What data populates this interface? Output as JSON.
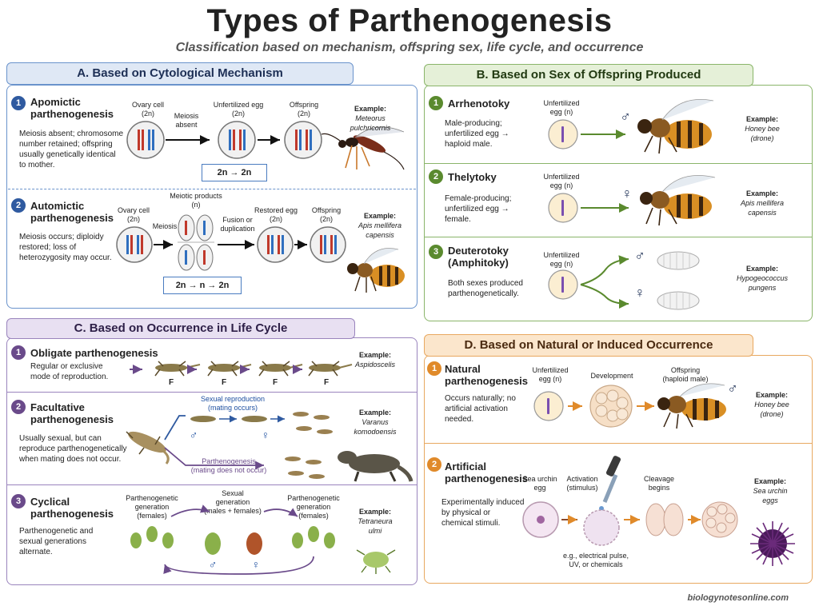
{
  "title": "Types of Parthenogenesis",
  "subtitle": "Classification based on mechanism, offspring sex, life cycle, and occurrence",
  "footer": "biologynotesonline.com",
  "colors": {
    "blue": "#2f5aa0",
    "green": "#5a8a2e",
    "purple": "#6a4a8a",
    "orange": "#e08a2a"
  },
  "panelA": {
    "title": "A. Based on Cytological Mechanism",
    "items": [
      {
        "num": "1",
        "heading": "Apomictic\nparthenogenesis",
        "desc": "Meiosis absent; chromosome\nnumber retained; offspring\nusually genetically identical\nto mother.",
        "labels": {
          "ovary": "Ovary cell\n(2n)",
          "meiosis": "Meiosis\nabsent",
          "egg": "Unfertilized egg\n(2n)",
          "offspring": "Offspring\n(2n)"
        },
        "formula": "2n → 2n",
        "example_label": "Example:",
        "example_name": "Meteorus\npulchricornis"
      },
      {
        "num": "2",
        "heading": "Automictic\nparthenogenesis",
        "desc": "Meiosis occurs; diploidy\nrestored; loss of\nheterozygosity may occur.",
        "labels": {
          "ovary": "Ovary cell\n(2n)",
          "meiosis": "Meiosis",
          "products": "Meiotic products\n(n)",
          "fusion": "Fusion or\nduplication",
          "restored": "Restored egg\n(2n)",
          "offspring": "Offspring\n(2n)"
        },
        "formula": "2n → n → 2n",
        "example_label": "Example:",
        "example_name": "Apis mellifera\ncapensis"
      }
    ]
  },
  "panelB": {
    "title": "B. Based on Sex of Offspring Produced",
    "items": [
      {
        "num": "1",
        "heading": "Arrhenotoky",
        "desc": "Male-producing;\nunfertilized egg →\nhaploid male.",
        "egg": "Unfertilized\negg (n)",
        "sex": "♂",
        "example_label": "Example:",
        "example_name": "Honey bee\n(drone)"
      },
      {
        "num": "2",
        "heading": "Thelytoky",
        "desc": "Female-producing;\nunfertilized egg →\nfemale.",
        "egg": "Unfertilized\negg (n)",
        "sex": "♀",
        "example_label": "Example:",
        "example_name": "Apis mellifera\ncapensis"
      },
      {
        "num": "3",
        "heading": "Deuterotoky\n(Amphitoky)",
        "desc": "Both sexes produced\nparthenogenetically.",
        "egg": "Unfertilized\negg (n)",
        "sex_male": "♂",
        "sex_female": "♀",
        "example_label": "Example:",
        "example_name": "Hypogeococcus\npungens"
      }
    ]
  },
  "panelC": {
    "title": "C. Based on Occurrence in Life Cycle",
    "items": [
      {
        "num": "1",
        "heading": "Obligate parthenogenesis",
        "desc": "Regular or exclusive\nmode of reproduction.",
        "f_label": "F",
        "example_label": "Example:",
        "example_name": "Aspidoscelis"
      },
      {
        "num": "2",
        "heading": "Facultative\nparthenogenesis",
        "desc": "Usually sexual, but can\nreproduce parthenogenetically\nwhen mating does not occur.",
        "sexual": "Sexual reproduction\n(mating occurs)",
        "parth": "Parthenogenesis\n(mating does not occur)",
        "male": "♂",
        "female": "♀",
        "example_label": "Example:",
        "example_name": "Varanus\nkomodoensis"
      },
      {
        "num": "3",
        "heading": "Cyclical\nparthenogenesis",
        "desc": "Parthenogenetic and\nsexual generations\nalternate.",
        "gen1": "Parthenogenetic\ngeneration\n(females)",
        "gen2": "Sexual\ngeneration\n(males + females)",
        "gen3": "Parthenogenetic\ngeneration\n(females)",
        "male": "♂",
        "female": "♀",
        "example_label": "Example:",
        "example_name": "Tetraneura\nulmi"
      }
    ]
  },
  "panelD": {
    "title": "D. Based on Natural or Induced Occurrence",
    "items": [
      {
        "num": "1",
        "heading": "Natural\nparthenogenesis",
        "desc": "Occurs naturally; no\nartificial activation\nneeded.",
        "egg": "Unfertilized\negg (n)",
        "dev": "Development",
        "offspring": "Offspring\n(haploid male)",
        "sex": "♂",
        "example_label": "Example:",
        "example_name": "Honey bee\n(drone)"
      },
      {
        "num": "2",
        "heading": "Artificial\nparthenogenesis",
        "desc": "Experimentally induced\nby physical or\nchemical stimuli.",
        "egg": "Sea urchin\negg",
        "activation": "Activation\n(stimulus)",
        "cleavage": "Cleavage\nbegins",
        "stimuli": "e.g., electrical pulse,\nUV, or chemicals",
        "example_label": "Example:",
        "example_name": "Sea urchin\neggs"
      }
    ]
  }
}
